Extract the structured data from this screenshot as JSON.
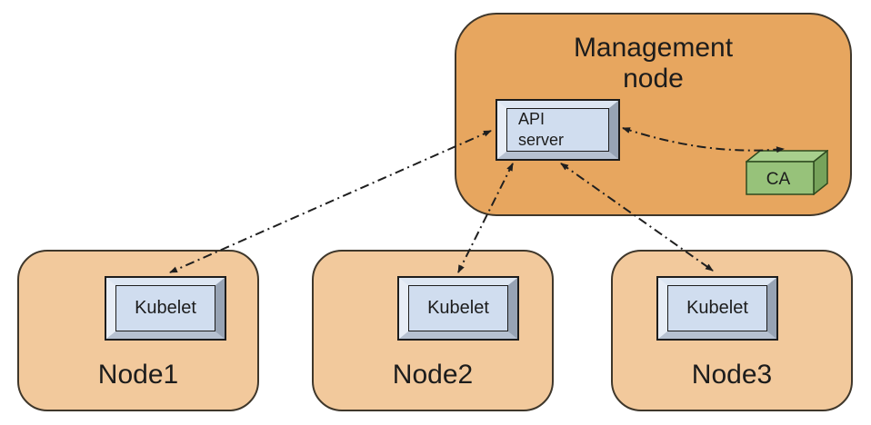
{
  "colors": {
    "management_fill": "#E7A65F",
    "node_fill": "#F2C99C",
    "box_border": "#3F372B",
    "bevel_face": "#D0DDEF",
    "bevel_light": "#DDE6F2",
    "bevel_lighter": "#E7EDF6",
    "bevel_mid": "#B6C1D1",
    "bevel_dark": "#97A3B4",
    "ca_front": "#97C27A",
    "ca_top": "#A8CF8D",
    "ca_side": "#77A35B",
    "ca_border": "#2E4A1F",
    "connector": "#1F1F1F",
    "text": "#1C1C1C"
  },
  "diagram": {
    "management_node": {
      "title": "Management\nnode",
      "api_server": {
        "label": "API\nserver"
      },
      "ca": {
        "label": "CA"
      }
    },
    "worker_nodes": [
      {
        "label": "Node1",
        "component": "Kubelet"
      },
      {
        "label": "Node2",
        "component": "Kubelet"
      },
      {
        "label": "Node3",
        "component": "Kubelet"
      }
    ],
    "connectors": [
      {
        "from": "api-server",
        "to": "kubelet-node1",
        "bidirectional": true,
        "style": "dash-dot"
      },
      {
        "from": "api-server",
        "to": "kubelet-node2",
        "bidirectional": true,
        "style": "dash-dot"
      },
      {
        "from": "api-server",
        "to": "kubelet-node3",
        "bidirectional": true,
        "style": "dash-dot"
      },
      {
        "from": "api-server",
        "to": "ca",
        "bidirectional": true,
        "style": "dash-dot"
      }
    ]
  }
}
